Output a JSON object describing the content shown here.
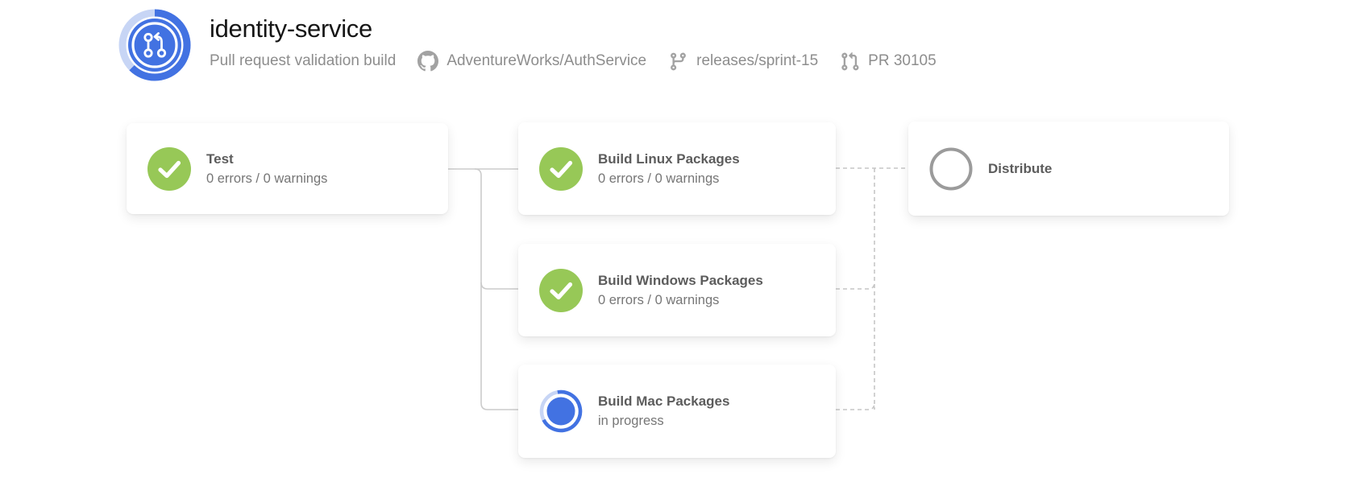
{
  "header": {
    "title": "identity-service",
    "subtitle": "Pull request validation build",
    "repo": "AdventureWorks/AuthService",
    "branch": "releases/sprint-15",
    "pull_request": "PR 30105"
  },
  "pipeline": {
    "stages": [
      {
        "id": "test",
        "title": "Test",
        "status_text": "0 errors / 0 warnings",
        "state": "succeeded"
      },
      {
        "id": "build-linux",
        "title": "Build Linux Packages",
        "status_text": "0 errors / 0 warnings",
        "state": "succeeded"
      },
      {
        "id": "build-windows",
        "title": "Build Windows Packages",
        "status_text": "0 errors / 0 warnings",
        "state": "succeeded"
      },
      {
        "id": "build-mac",
        "title": "Build Mac Packages",
        "status_text": "in progress",
        "state": "in_progress"
      },
      {
        "id": "distribute",
        "title": "Distribute",
        "status_text": "",
        "state": "pending"
      }
    ],
    "edges": [
      {
        "from": "test",
        "to": "build-linux",
        "style": "solid"
      },
      {
        "from": "test",
        "to": "build-windows",
        "style": "solid"
      },
      {
        "from": "test",
        "to": "build-mac",
        "style": "solid"
      },
      {
        "from": "build-linux",
        "to": "distribute",
        "style": "dashed"
      },
      {
        "from": "build-windows",
        "to": "distribute",
        "style": "dashed"
      },
      {
        "from": "build-mac",
        "to": "distribute",
        "style": "dashed"
      }
    ]
  },
  "colors": {
    "success_green": "#97C857",
    "progress_blue": "#4272E2",
    "progress_blue_light": "#C7D5F5",
    "pending_gray": "#9B9B9B",
    "connector_solid": "#CBCBCB",
    "connector_dashed": "#C6C6C6",
    "icon_gray": "#A2A2A2"
  }
}
